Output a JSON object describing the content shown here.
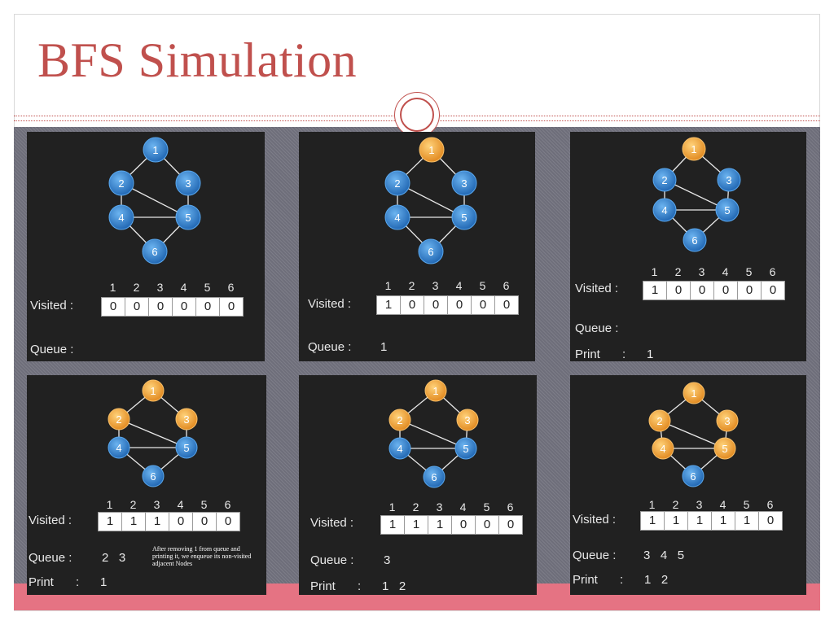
{
  "slide": {
    "title": "BFS Simulation",
    "colors": {
      "accent": "#c0504d",
      "band": "#e57383",
      "panel": "#212121",
      "unvisited_node": "#3a86d0",
      "visited_node": "#f2a33a"
    }
  },
  "graph": {
    "nodes": [
      "1",
      "2",
      "3",
      "4",
      "5",
      "6"
    ],
    "edges": [
      [
        "1",
        "2"
      ],
      [
        "1",
        "3"
      ],
      [
        "2",
        "4"
      ],
      [
        "2",
        "5"
      ],
      [
        "3",
        "5"
      ],
      [
        "4",
        "5"
      ],
      [
        "4",
        "6"
      ],
      [
        "5",
        "6"
      ]
    ]
  },
  "labels": {
    "visited": "Visited :",
    "queue": "Queue :",
    "print": "Print",
    "print_colon": ":"
  },
  "panels": [
    {
      "orange": [],
      "visited": [
        "0",
        "0",
        "0",
        "0",
        "0",
        "0"
      ],
      "queue": "",
      "print": null,
      "note": null
    },
    {
      "orange": [
        "1"
      ],
      "visited": [
        "1",
        "0",
        "0",
        "0",
        "0",
        "0"
      ],
      "queue": "1",
      "print": null,
      "note": null
    },
    {
      "orange": [
        "1"
      ],
      "visited": [
        "1",
        "0",
        "0",
        "0",
        "0",
        "0"
      ],
      "queue": "",
      "print": "1",
      "note": null
    },
    {
      "orange": [
        "1",
        "2",
        "3"
      ],
      "visited": [
        "1",
        "1",
        "1",
        "0",
        "0",
        "0"
      ],
      "queue": "2   3",
      "print": "1",
      "note": "After removing 1 from queue and printing it, we enqueue its non-visited adjacent Nodes"
    },
    {
      "orange": [
        "1",
        "2",
        "3"
      ],
      "visited": [
        "1",
        "1",
        "1",
        "0",
        "0",
        "0"
      ],
      "queue": "3",
      "print": "1   2",
      "note": null
    },
    {
      "orange": [
        "1",
        "2",
        "3",
        "4",
        "5"
      ],
      "visited": [
        "1",
        "1",
        "1",
        "1",
        "1",
        "0"
      ],
      "queue": "3   4   5",
      "print": "1   2",
      "note": null
    }
  ]
}
